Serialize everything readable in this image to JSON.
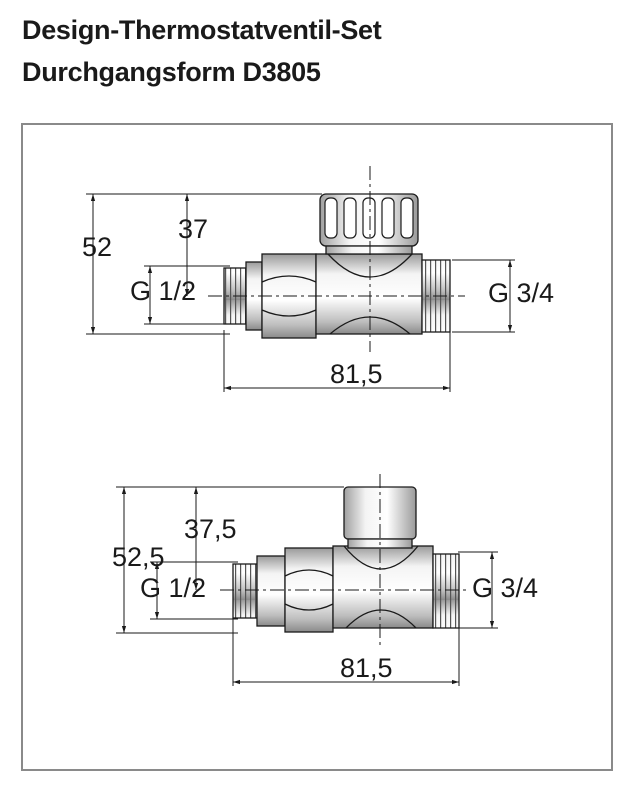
{
  "header": {
    "title_line1": "Design-Thermostatventil-Set",
    "title_line2": "Durchgangsform D3805"
  },
  "drawings": [
    {
      "name": "top-valve",
      "dims": {
        "height_total": "52",
        "height_axis": "37",
        "thread_left": "G 1/2",
        "thread_right": "G 3/4",
        "length": "81,5"
      }
    },
    {
      "name": "bottom-valve",
      "dims": {
        "height_total": "52,5",
        "height_axis": "37,5",
        "thread_left": "G 1/2",
        "thread_right": "G 3/4",
        "length": "81,5"
      }
    }
  ],
  "colors": {
    "line": "#1a1a1a",
    "frame": "#8a8a8a",
    "metal_light": "#f2f2f2",
    "metal_mid": "#cfcfcf",
    "metal_dark": "#9a9a9a"
  }
}
